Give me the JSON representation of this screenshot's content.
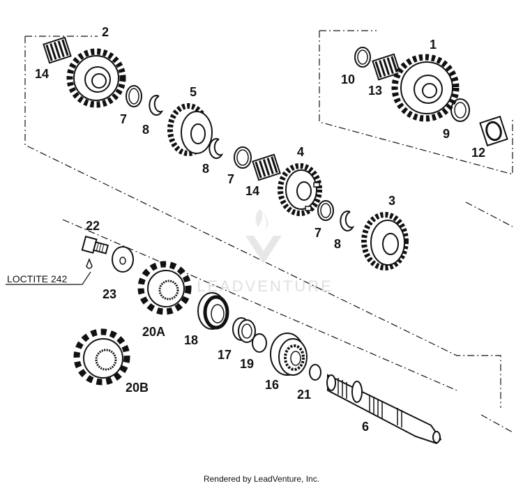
{
  "diagram": {
    "callouts": {
      "p1": "1",
      "p2": "2",
      "p3": "3",
      "p4": "4",
      "p5": "5",
      "p6": "6",
      "p7a": "7",
      "p7b": "7",
      "p7c": "7",
      "p8a": "8",
      "p8b": "8",
      "p8c": "8",
      "p9": "9",
      "p10": "10",
      "p12": "12",
      "p13": "13",
      "p14a": "14",
      "p14b": "14",
      "p16": "16",
      "p17": "17",
      "p18": "18",
      "p19": "19",
      "p20a": "20A",
      "p20b": "20B",
      "p21": "21",
      "p22": "22",
      "p23": "23"
    },
    "note": "LOCTITE 242",
    "watermark": "LEADVENTURE"
  },
  "footer": "Rendered by LeadVenture, Inc.",
  "colors": {
    "ink": "#111111",
    "watermark": "#d8d8d8"
  }
}
